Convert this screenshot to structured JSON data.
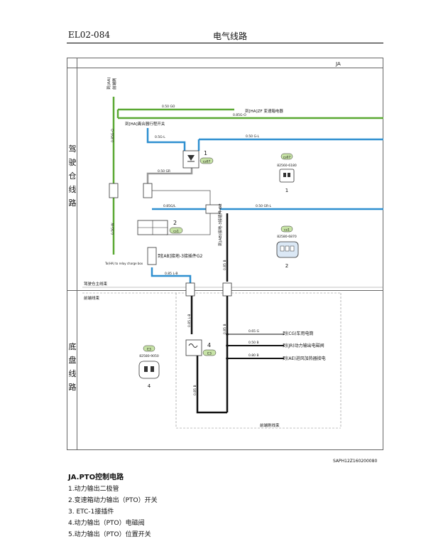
{
  "header": {
    "page_code": "EL02-084",
    "title": "电气线路"
  },
  "diagram": {
    "code": "JA",
    "sections": [
      {
        "label": "驾驶仓线路"
      },
      {
        "label": "底盘线路"
      }
    ],
    "harness_labels": {
      "cab": "驾驶仓主线束",
      "front_chassis": "前端线束",
      "front_chassis_bottom": "前端刷线束"
    },
    "reference": "SAPH12Z160200080",
    "connectors": [
      {
        "ref": "1",
        "badge": "cs07",
        "part": "82560-6180"
      },
      {
        "ref": "2",
        "badge": "cs1",
        "part": "82580-6870"
      },
      {
        "ref": "4",
        "badge": "E3",
        "part": "82580-9050"
      }
    ],
    "wire_labels": {
      "aa": "到(AA)",
      "aa_sub": "前端刷",
      "ha_zf": "到[HA]ZF 变速箱电器",
      "ha_clutch": "到[HA]离合器行程开关",
      "ab_g2": "到[AB]接地-3接插件G2",
      "ab_g2_v": "到(AB)接地-3接插件 G2",
      "cg": "到(CG)车用电筒",
      "jr": "到(JR)动力输出电磁阀",
      "ae": "到(AE)进风加热器接电",
      "tct": "To(HA) to relay charge box"
    },
    "wire_codes": {
      "w1": "0.50 GO",
      "w2": "0.85G-O",
      "w3": "0.5G-L",
      "w4": "0.50 GR",
      "w5": "0.85G/L",
      "w6": "0.50 B",
      "w7": "0.85 L-B",
      "w8": "0.85 B",
      "w9": "0.50 GR-L",
      "w10": "0.80 B",
      "w11": "0.50 G-L",
      "w12": "0.65 G",
      "w13": "0.5G-W"
    }
  },
  "caption": {
    "title": "JA.PTO控制电路",
    "items": [
      "1.动力输出二极管",
      "2.变速箱动力输出（PTO）开关",
      "3. ETC-1接插件",
      "4.动力输出（PTO）电磁阀",
      "5.动力输出（PTO）位置开关"
    ]
  }
}
